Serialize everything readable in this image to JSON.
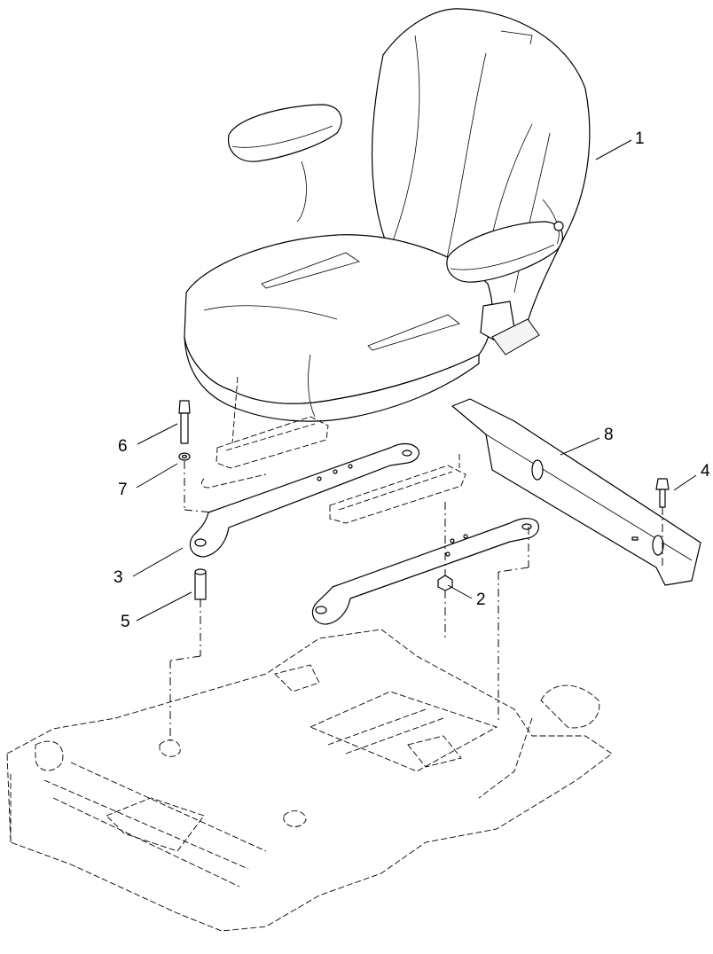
{
  "diagram": {
    "callouts": [
      {
        "id": "seat",
        "label": "1"
      },
      {
        "id": "flange-nut",
        "label": "2"
      },
      {
        "id": "seat-bracket",
        "label": "3"
      },
      {
        "id": "flange-bolt",
        "label": "4"
      },
      {
        "id": "spacer",
        "label": "5"
      },
      {
        "id": "bolt",
        "label": "6"
      },
      {
        "id": "washer",
        "label": "7"
      },
      {
        "id": "back-panel",
        "label": "8"
      }
    ]
  }
}
